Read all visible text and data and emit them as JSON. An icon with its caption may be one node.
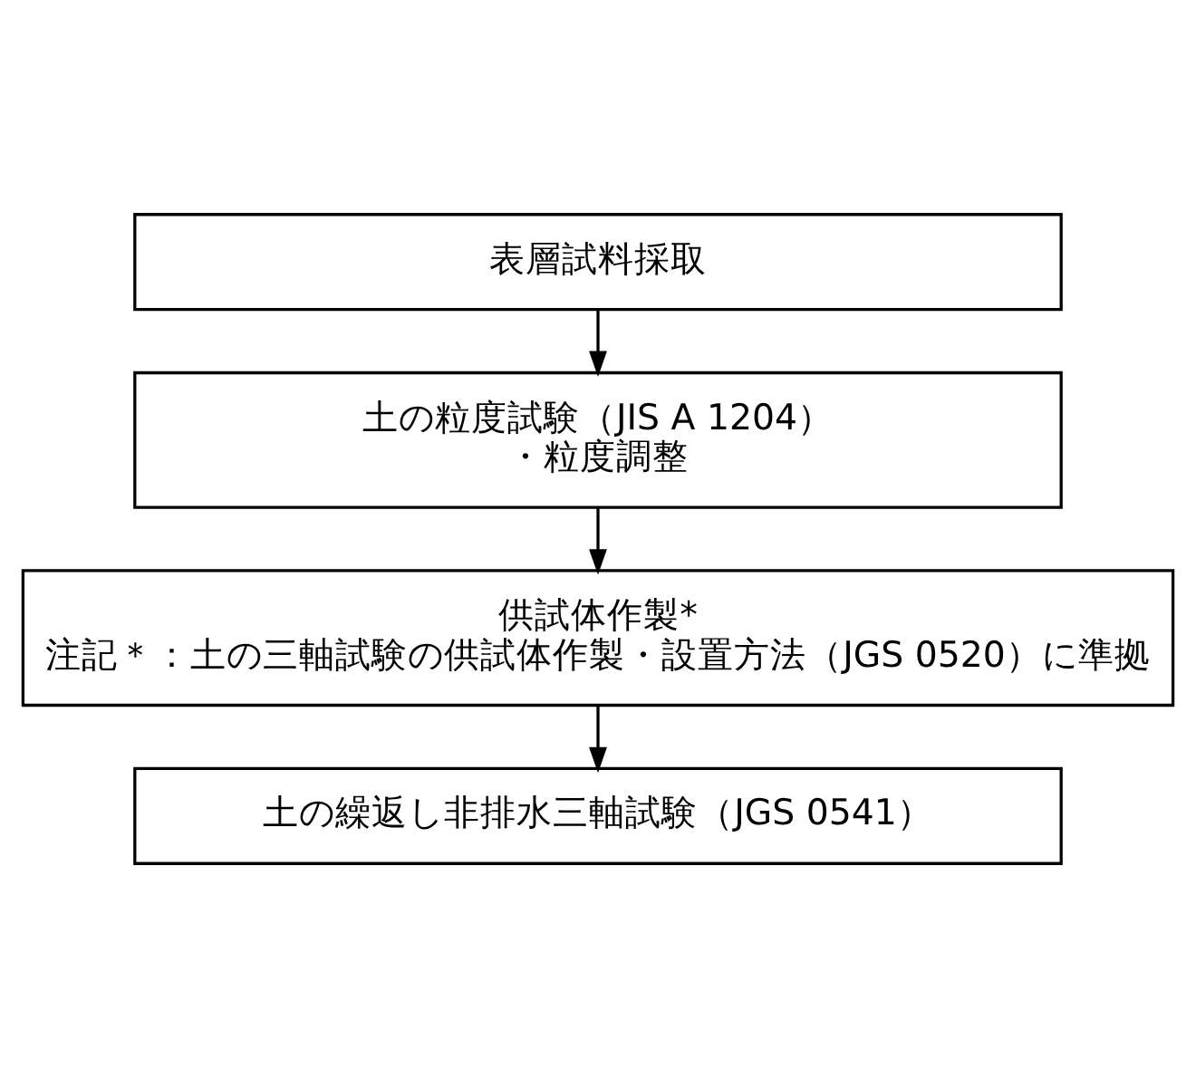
{
  "diagram": {
    "nodes": [
      {
        "text": [
          "表層試料採取"
        ]
      },
      {
        "text": [
          "土の粒度試験（JIS A 1204）",
          "・粒度調整"
        ]
      },
      {
        "text": [
          "供試体作製*",
          "注記＊：土の三軸試験の供試体作製・設置方法（JGS 0520）に準拠"
        ]
      },
      {
        "text": [
          "土の繰返し非排水三軸試験（JGS 0541）"
        ]
      }
    ],
    "edges": [
      {
        "from": 0,
        "to": 1,
        "arrow": "to"
      },
      {
        "from": 1,
        "to": 2,
        "arrow": "to"
      },
      {
        "from": 2,
        "to": 3,
        "arrow": "to"
      }
    ]
  }
}
